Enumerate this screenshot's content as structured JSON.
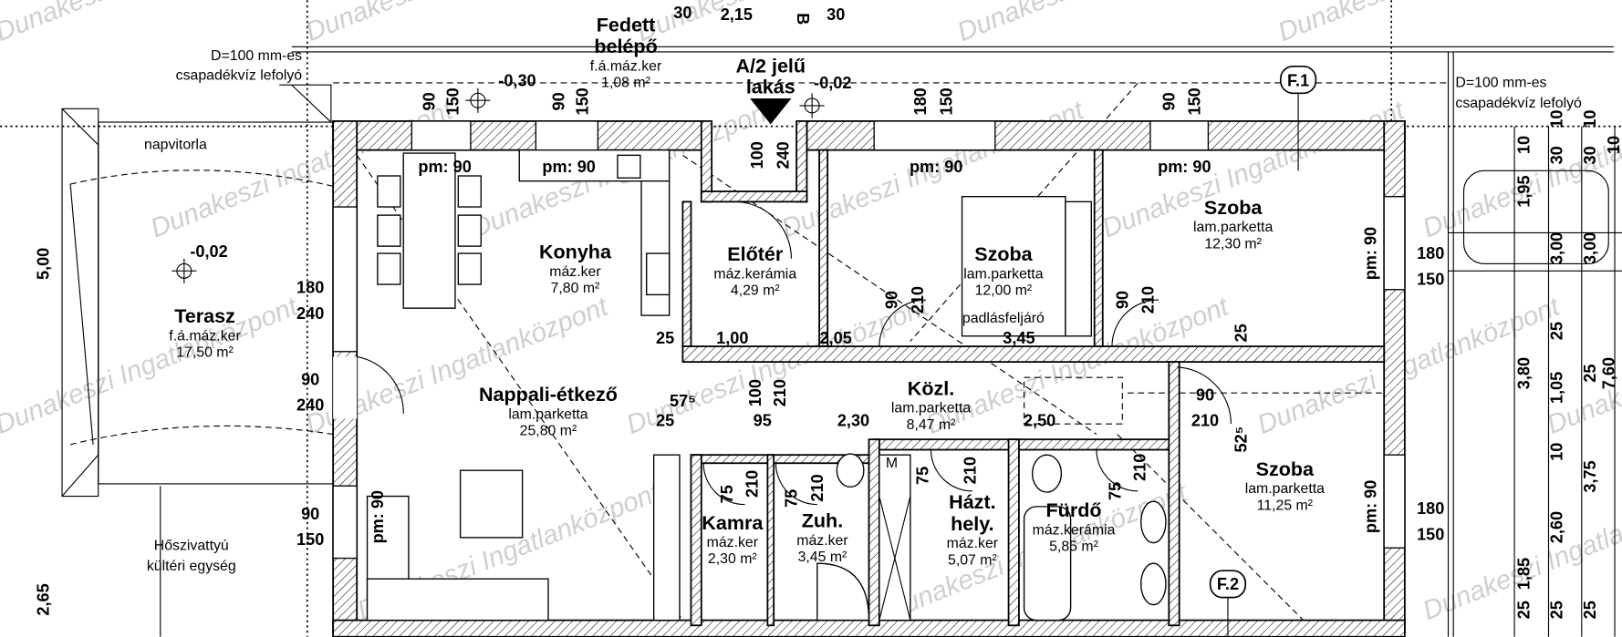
{
  "watermark": "Dunakeszi Ingatlanközpont",
  "rooms": [
    {
      "name": "Terasz",
      "floor": "f.á.máz.ker",
      "area": "17,50 m²"
    },
    {
      "name": "Fedett",
      "name2": "belépő",
      "floor": "f.á.máz.ker",
      "area": "1,08 m²"
    },
    {
      "name": "Konyha",
      "floor": "máz.ker",
      "area": "7,80 m²"
    },
    {
      "name": "Előtér",
      "floor": "máz.kerámia",
      "area": "4,29 m²"
    },
    {
      "name": "Szoba",
      "floor": "lam.parketta",
      "area": "12,00 m²"
    },
    {
      "name": "Szoba",
      "floor": "lam.parketta",
      "area": "12,30 m²"
    },
    {
      "name": "Nappali-étkező",
      "floor": "lam.parketta",
      "area": "25,80 m²"
    },
    {
      "name": "Közl.",
      "floor": "lam.parketta",
      "area": "8,47 m²"
    },
    {
      "name": "Kamra",
      "floor": "máz.ker",
      "area": "2,30 m²"
    },
    {
      "name": "Zuh.",
      "floor": "máz.ker",
      "area": "3,45 m²"
    },
    {
      "name": "Házt.",
      "name2": "hely.",
      "floor": "máz.ker",
      "area": "5,07 m²"
    },
    {
      "name": "Fürdő",
      "floor": "máz.kerámia",
      "area": "5,85 m²"
    },
    {
      "name": "Szoba",
      "floor": "lam.parketta",
      "area": "11,25 m²"
    }
  ],
  "annotations": {
    "drain_left_1": "D=100 mm-es",
    "drain_left_2": "csapadékvíz lefolyó",
    "drain_right_1": "D=100 mm-es",
    "drain_right_2": "csapadékvíz lefolyó",
    "awning": "napvitorla",
    "heatpump_1": "Hőszivattyú",
    "heatpump_2": "kültéri egység",
    "apartment_1": "A/2 jelű",
    "apartment_2": "lakás",
    "attic_access": "padlásfeljáró",
    "section_f1": "F.1",
    "section_f2": "F.2",
    "section_b": "B",
    "washer": "M"
  },
  "levels": [
    "-0,30",
    "-0,02",
    "-0,02"
  ],
  "dimensions": [
    "30",
    "2,15",
    "30",
    "90",
    "150",
    "90",
    "150",
    "180",
    "150",
    "90",
    "150",
    "100",
    "240",
    "pm: 90",
    "pm: 90",
    "pm: 90",
    "pm: 90",
    "180",
    "240",
    "90",
    "240",
    "90",
    "150",
    "pm: 90",
    "5,00",
    "2,65",
    "25",
    "1,00",
    "2,05",
    "3,45",
    "90",
    "210",
    "90",
    "210",
    "25",
    "57⁵",
    "100",
    "210",
    "25",
    "95",
    "2,30",
    "2,50",
    "90",
    "210",
    "52⁵",
    "75",
    "210",
    "75",
    "210",
    "75",
    "210",
    "75",
    "210",
    "180",
    "150",
    "pm: 90",
    "180",
    "150",
    "pm: 90",
    "10",
    "1,95",
    "3,80",
    "1,85",
    "25",
    "10",
    "30",
    "3,00",
    "25",
    "1,05",
    "10",
    "2,60",
    "25",
    "10",
    "30",
    "3,00",
    "25",
    "3,75",
    "25",
    "10",
    "7,60"
  ]
}
